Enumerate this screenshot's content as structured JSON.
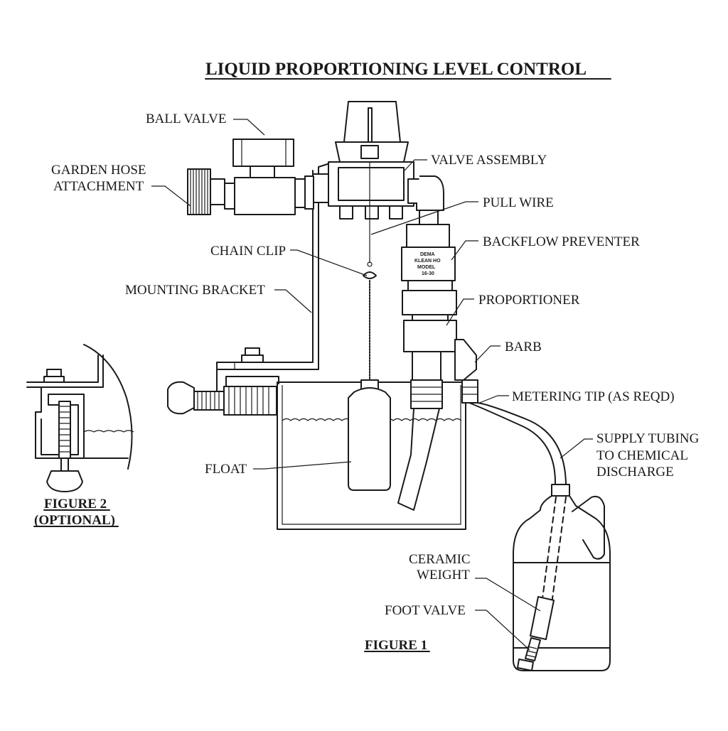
{
  "title": "LIQUID PROPORTIONING LEVEL CONTROL",
  "labels": {
    "ball_valve": "BALL VALVE",
    "garden_hose_1": "GARDEN HOSE",
    "garden_hose_2": "ATTACHMENT",
    "valve_assembly": "VALVE ASSEMBLY",
    "pull_wire": "PULL WIRE",
    "backflow_preventer": "BACKFLOW PREVENTER",
    "chain_clip": "CHAIN CLIP",
    "mounting_bracket": "MOUNTING BRACKET",
    "proportioner": "PROPORTIONER",
    "barb": "BARB",
    "metering_tip": "METERING TIP (AS REQD)",
    "supply_tubing_1": "SUPPLY TUBING",
    "supply_tubing_2": "TO CHEMICAL",
    "supply_tubing_3": "DISCHARGE",
    "float": "FLOAT",
    "ceramic_weight_1": "CERAMIC",
    "ceramic_weight_2": "WEIGHT",
    "foot_valve": "FOOT VALVE"
  },
  "figures": {
    "figure1": "FIGURE 1",
    "figure2_line1": "FIGURE 2",
    "figure2_line2": "(OPTIONAL)"
  },
  "device_marking": {
    "line1": "DEMA",
    "line2": "KLEAN HO",
    "line3": "MODEL",
    "line4": "16-30"
  }
}
